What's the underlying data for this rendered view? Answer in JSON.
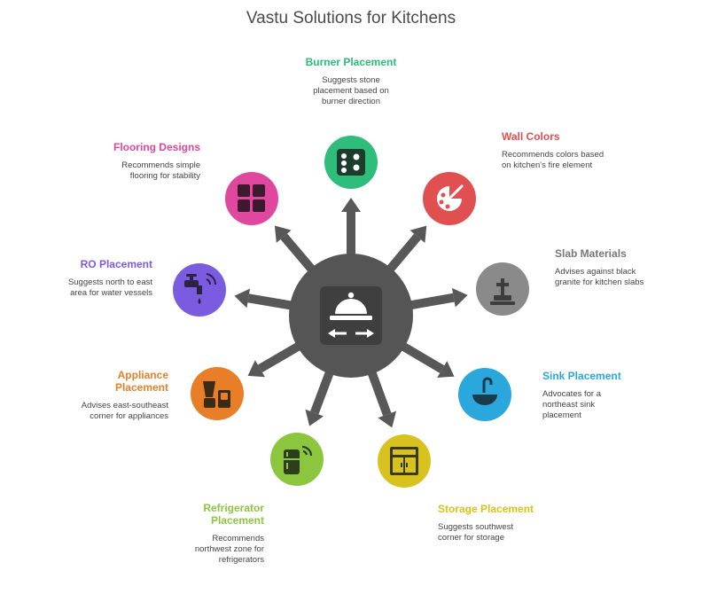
{
  "title": "Vastu Solutions for Kitchens",
  "colors": {
    "hub": "#555555",
    "arrow": "#585858",
    "burner": "#2ebd7a",
    "wall": "#e05050",
    "slab": "#8a8a8a",
    "sink": "#2aa7dc",
    "storage": "#d8c21e",
    "refrigerator": "#8cc63f",
    "appliance": "#e87e28",
    "ro": "#7b5be0",
    "flooring": "#e0479e"
  },
  "items": {
    "burner": {
      "title": "Burner Placement",
      "desc": "Suggests stone placement based on burner direction",
      "icon": "stove-icon"
    },
    "wall": {
      "title": "Wall Colors",
      "desc": "Recommends colors based on kitchen's fire element",
      "icon": "paint-palette-icon"
    },
    "slab": {
      "title": "Slab Materials",
      "desc": "Advises against black granite for kitchen slabs",
      "icon": "slab-icon"
    },
    "sink": {
      "title": "Sink Placement",
      "desc": "Advocates for a northeast sink placement",
      "icon": "sink-icon"
    },
    "storage": {
      "title": "Storage Placement",
      "desc": "Suggests southwest corner for storage",
      "icon": "cabinet-icon"
    },
    "refrigerator": {
      "title": "Refrigerator Placement",
      "desc": "Recommends northwest zone for refrigerators",
      "icon": "refrigerator-icon"
    },
    "appliance": {
      "title": "Appliance Placement",
      "desc": "Advises east-southeast corner for appliances",
      "icon": "blender-icon"
    },
    "ro": {
      "title": "RO Placement",
      "desc": "Suggests north to east area for water vessels",
      "icon": "water-tap-icon"
    },
    "flooring": {
      "title": "Flooring Designs",
      "desc": "Recommends simple flooring for stability",
      "icon": "floor-tiles-icon"
    }
  }
}
